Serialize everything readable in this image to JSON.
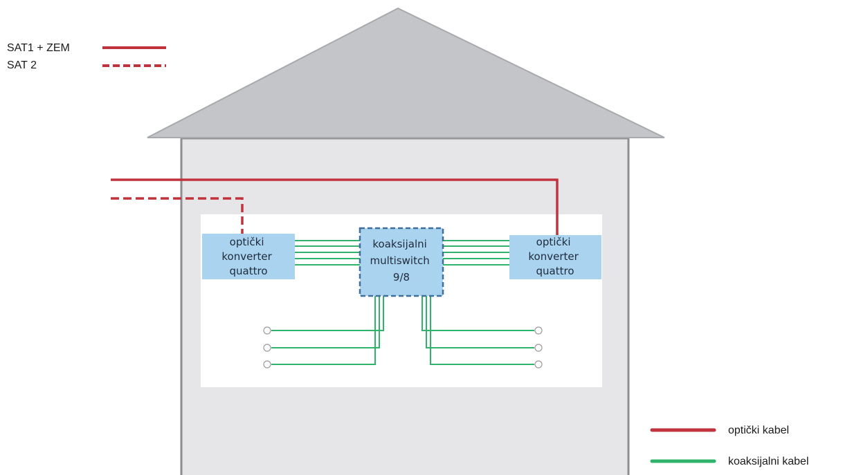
{
  "legend_top": {
    "solid_label": "SAT1 + ZEM",
    "dashed_label": "SAT 2"
  },
  "converter_left": {
    "lines": [
      "optički",
      "konverter",
      "quattro"
    ]
  },
  "multiswitch": {
    "lines": [
      "koaksijalni",
      "multiswitch",
      "9/8"
    ]
  },
  "converter_right": {
    "lines": [
      "optički",
      "konverter",
      "quattro"
    ]
  },
  "legend_bottom": {
    "optical_label": "optički kabel",
    "coax_label": "koaksijalni kabel"
  },
  "colors": {
    "optical": "#c0333d",
    "coax": "#2fb36a",
    "box_fill": "#a9d3ef",
    "house_fill": "#e6e6e8",
    "house_stroke": "#8e8e92",
    "roof_fill": "#c4c5c8"
  }
}
